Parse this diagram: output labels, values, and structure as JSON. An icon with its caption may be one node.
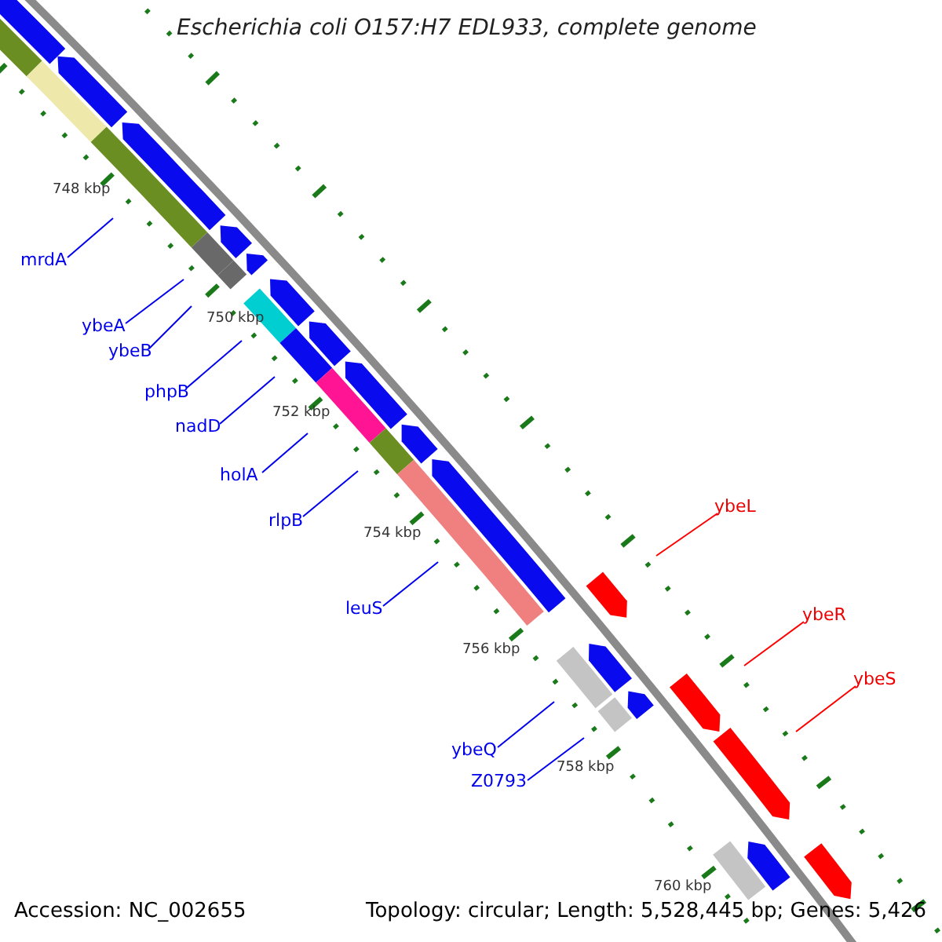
{
  "diagram": {
    "title": "Escherichia coli O157:H7 EDL933, complete genome",
    "nodes": [
      {
        "text": [
          "mrdA"
        ]
      },
      {
        "text": [
          "ybeA"
        ]
      },
      {
        "text": [
          "ybeB"
        ]
      },
      {
        "text": [
          "phpB"
        ]
      },
      {
        "text": [
          "nadD"
        ]
      },
      {
        "text": [
          "holA"
        ]
      },
      {
        "text": [
          "rlpB"
        ]
      },
      {
        "text": [
          "leuS"
        ]
      },
      {
        "text": [
          "ybeQ"
        ]
      },
      {
        "text": [
          "Z0793"
        ]
      },
      {
        "text": [
          "ybeL"
        ]
      },
      {
        "text": [
          "ybeR"
        ]
      },
      {
        "text": [
          "ybeS"
        ]
      }
    ],
    "edges": [
      {
        "from": 0,
        "to": null,
        "arrow": "none"
      },
      {
        "from": 1,
        "to": null,
        "arrow": "none"
      },
      {
        "from": 2,
        "to": null,
        "arrow": "none"
      },
      {
        "from": 3,
        "to": null,
        "arrow": "none"
      },
      {
        "from": 4,
        "to": null,
        "arrow": "none"
      },
      {
        "from": 5,
        "to": null,
        "arrow": "none"
      },
      {
        "from": 6,
        "to": null,
        "arrow": "none"
      },
      {
        "from": 7,
        "to": null,
        "arrow": "none"
      },
      {
        "from": 8,
        "to": null,
        "arrow": "none"
      },
      {
        "from": 9,
        "to": null,
        "arrow": "none"
      },
      {
        "from": 10,
        "to": null,
        "arrow": "none",
        "color": "#ff0000"
      },
      {
        "from": 11,
        "to": null,
        "arrow": "none",
        "color": "#ff0000"
      },
      {
        "from": 12,
        "to": null,
        "arrow": "none",
        "color": "#ff0000"
      }
    ],
    "labels": [
      "748 kbp",
      "750 kbp",
      "752 kbp",
      "754 kbp",
      "756 kbp",
      "758 kbp",
      "760 kbp",
      "Accession: NC_002655",
      "Topology: circular; Length: 5,528,445 bp; Genes: 5,426"
    ]
  }
}
